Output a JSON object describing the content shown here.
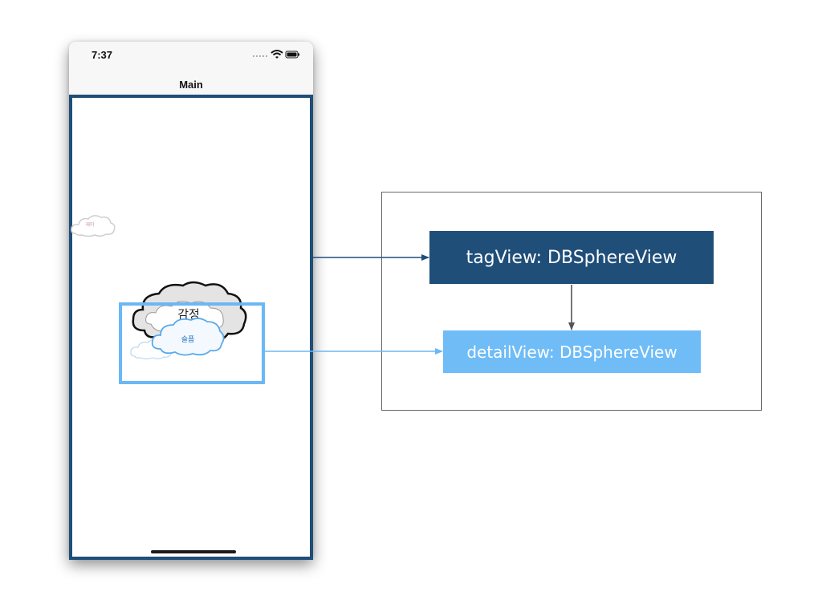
{
  "phone": {
    "time": "7:37",
    "nav_title": "Main"
  },
  "clouds": {
    "small_label": "재미",
    "main_label": "감정",
    "detail_label": "슬픔"
  },
  "diagram": {
    "tag_view_label": "tagView: DBSphereView",
    "detail_view_label": "detailView: DBSphereView"
  },
  "colors": {
    "tag_view": "#1f4e79",
    "detail_view": "#6fbcf7",
    "container_border": "#666666"
  }
}
